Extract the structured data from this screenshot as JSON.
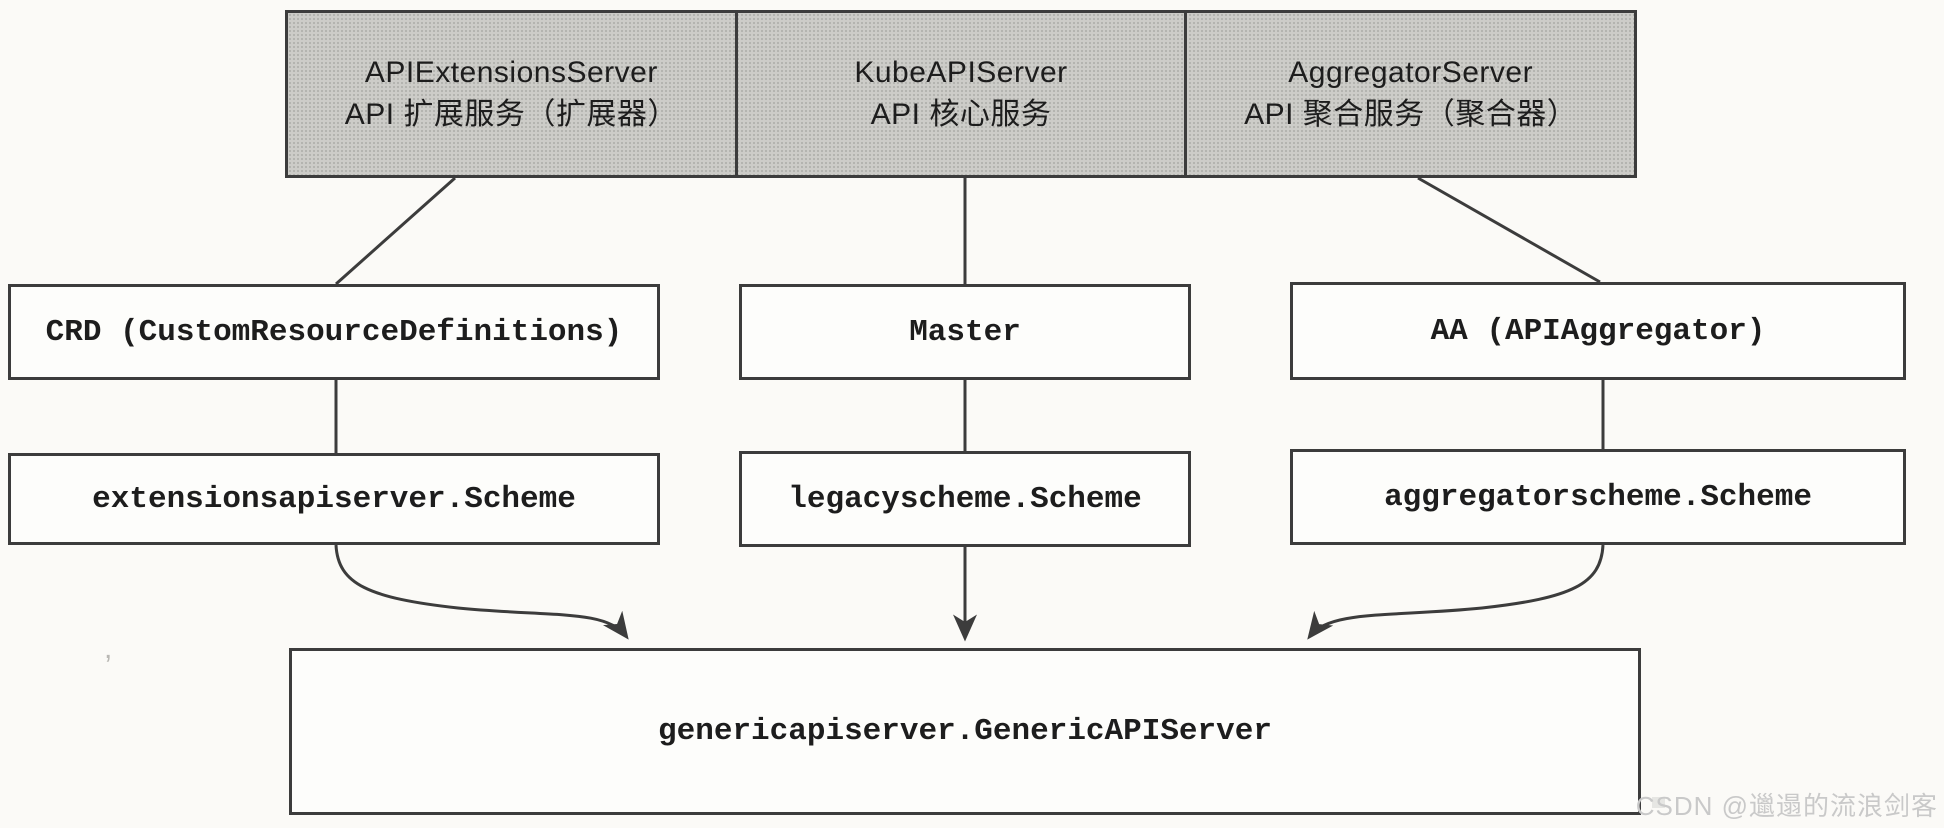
{
  "colors": {
    "page-bg": "#fbfaf7",
    "border": "#3c3c3c",
    "band-fill": "#cdccc8",
    "band-dot": "#b3b2ae",
    "box-fill": "#fdfdfb",
    "text": "#1d1d1d",
    "watermark": "#c9c9c9"
  },
  "top_band": {
    "sections": [
      {
        "line1": "APIExtensionsServer",
        "line2": "API 扩展服务（扩展器）"
      },
      {
        "line1": "KubeAPIServer",
        "line2": "API 核心服务"
      },
      {
        "line1": "AggregatorServer",
        "line2": "API 聚合服务（聚合器）"
      }
    ]
  },
  "middle_row": [
    {
      "label": "CRD (CustomResourceDefinitions)"
    },
    {
      "label": "Master"
    },
    {
      "label": "AA (APIAggregator)"
    }
  ],
  "scheme_row": [
    {
      "label": "extensionsapiserver.Scheme"
    },
    {
      "label": "legacyscheme.Scheme"
    },
    {
      "label": "aggregatorscheme.Scheme"
    }
  ],
  "bottom_box": {
    "label": "genericapiserver.GenericAPIServer"
  },
  "watermark": {
    "text": "CSDN @邋遢的流浪剑客"
  },
  "scan_artifact": {
    "text": ","
  }
}
